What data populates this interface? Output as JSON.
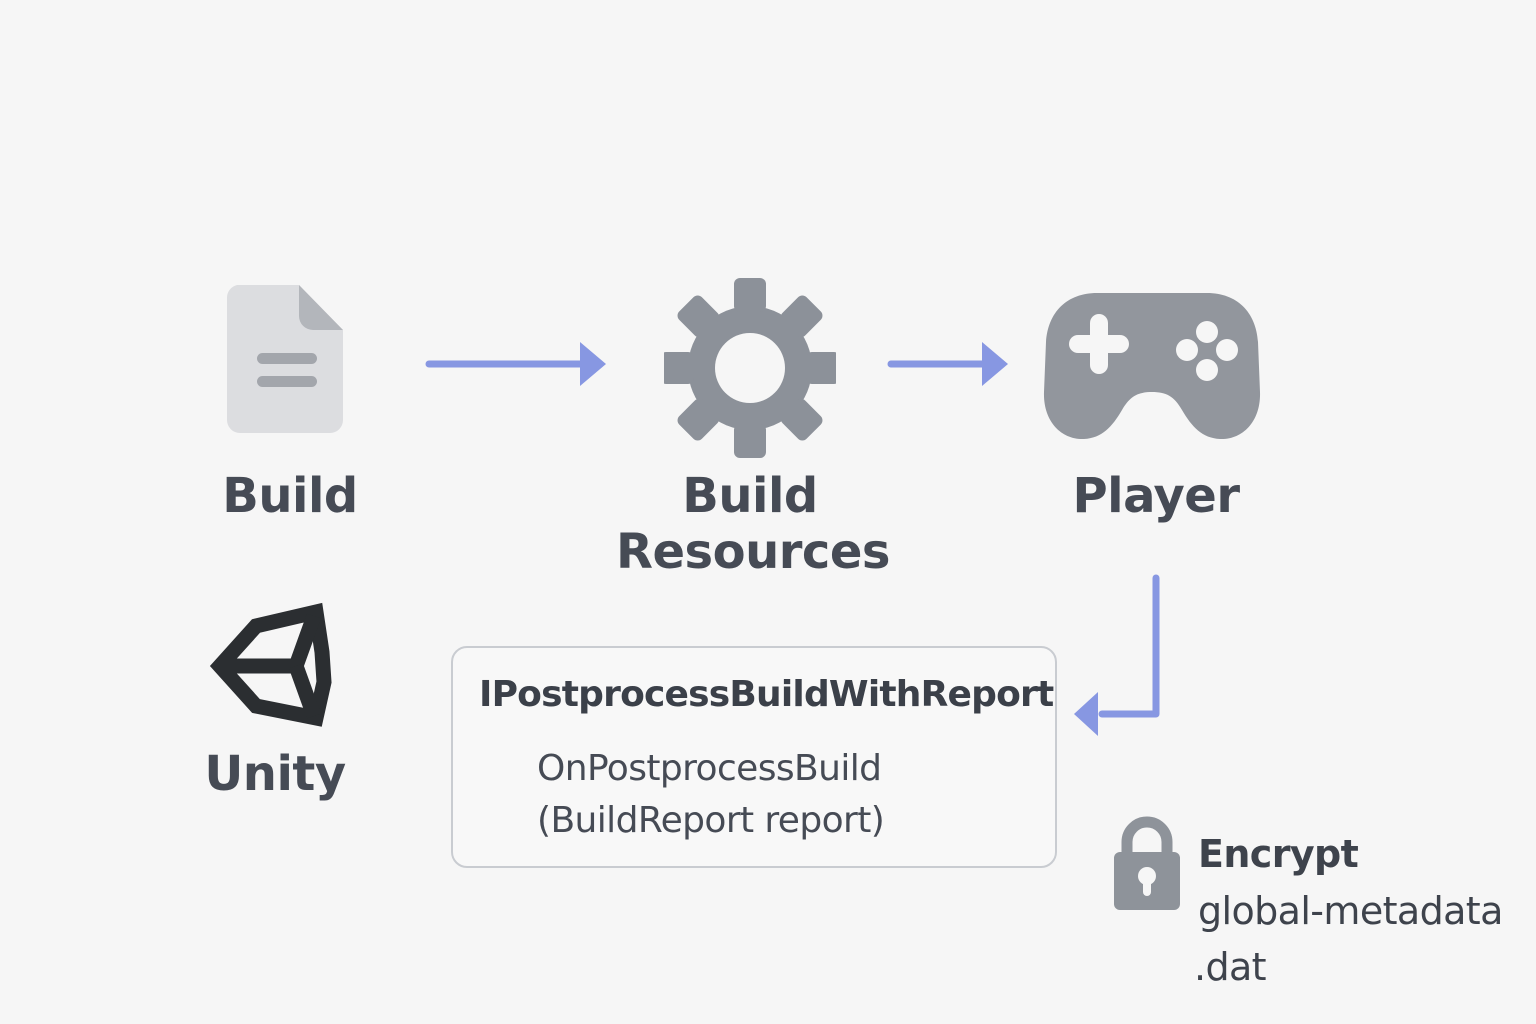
{
  "diagram": {
    "nodes": {
      "build": {
        "label": "Build",
        "icon": "document-icon"
      },
      "build_resources": {
        "label_line1": "Build",
        "label_line2": "Resources",
        "icon": "gear-icon"
      },
      "player": {
        "label": "Player",
        "icon": "gamepad-icon"
      },
      "unity": {
        "label": "Unity",
        "icon": "unity-logo-icon"
      }
    },
    "callback_box": {
      "title": "IPostprocessBuildWithReport",
      "method_line1": "OnPostprocessBuild",
      "method_line2": "(BuildReport report)"
    },
    "encrypt": {
      "icon": "lock-icon",
      "line1": "Encrypt",
      "line2": "global-metadata",
      "line3": ".dat"
    },
    "edges": [
      {
        "from": "Build",
        "to": "Build Resources"
      },
      {
        "from": "Build Resources",
        "to": "Player"
      },
      {
        "from": "Player",
        "to": "IPostprocessBuildWithReport"
      }
    ],
    "colors": {
      "background": "#f6f6f6",
      "arrow": "#8797e2",
      "icon_gray": "#8e939a",
      "doc_light": "#dcdde0",
      "text": "#464b55",
      "unity_logo": "#2b2e31"
    }
  }
}
